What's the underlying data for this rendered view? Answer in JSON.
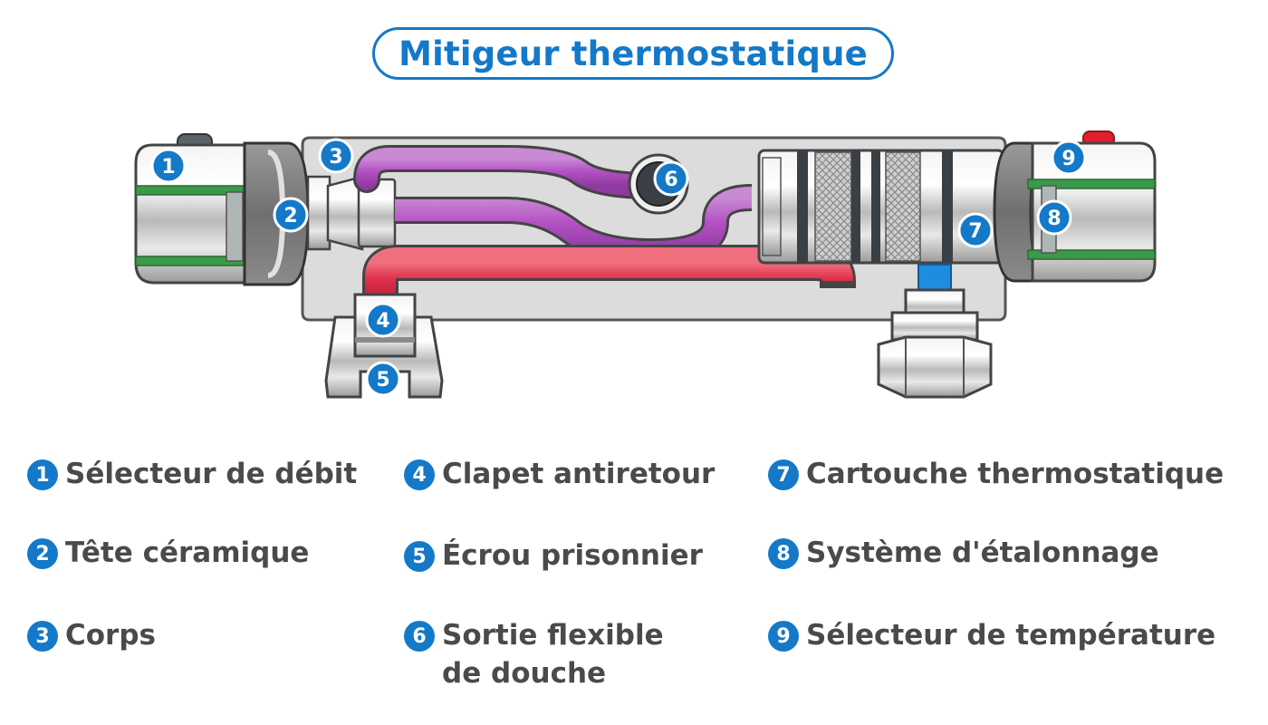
{
  "title": "Mitigeur thermostatique",
  "colors": {
    "accent": "#1479c8",
    "text": "#4a4a4a",
    "pipe_purple": "#b552c4",
    "pipe_red": "#e0304a",
    "seal_green": "#3a9a4a",
    "cold_blue": "#1e8de0",
    "hot_red": "#e0202c",
    "body_grey": "#dcdcdc"
  },
  "callouts": [
    "1",
    "2",
    "3",
    "4",
    "5",
    "6",
    "7",
    "8",
    "9"
  ],
  "legend": [
    {
      "num": "1",
      "lines": [
        "Sélecteur de débit"
      ]
    },
    {
      "num": "2",
      "lines": [
        "Tête céramique"
      ]
    },
    {
      "num": "3",
      "lines": [
        "Corps"
      ]
    },
    {
      "num": "4",
      "lines": [
        "Clapet antiretour"
      ]
    },
    {
      "num": "5",
      "lines": [
        "Écrou prisonnier"
      ]
    },
    {
      "num": "6",
      "lines": [
        "Sortie flexible",
        "de douche"
      ]
    },
    {
      "num": "7",
      "lines": [
        "Cartouche thermostatique"
      ]
    },
    {
      "num": "8",
      "lines": [
        "Système d'étalonnage"
      ]
    },
    {
      "num": "9",
      "lines": [
        "Sélecteur de température"
      ]
    }
  ]
}
